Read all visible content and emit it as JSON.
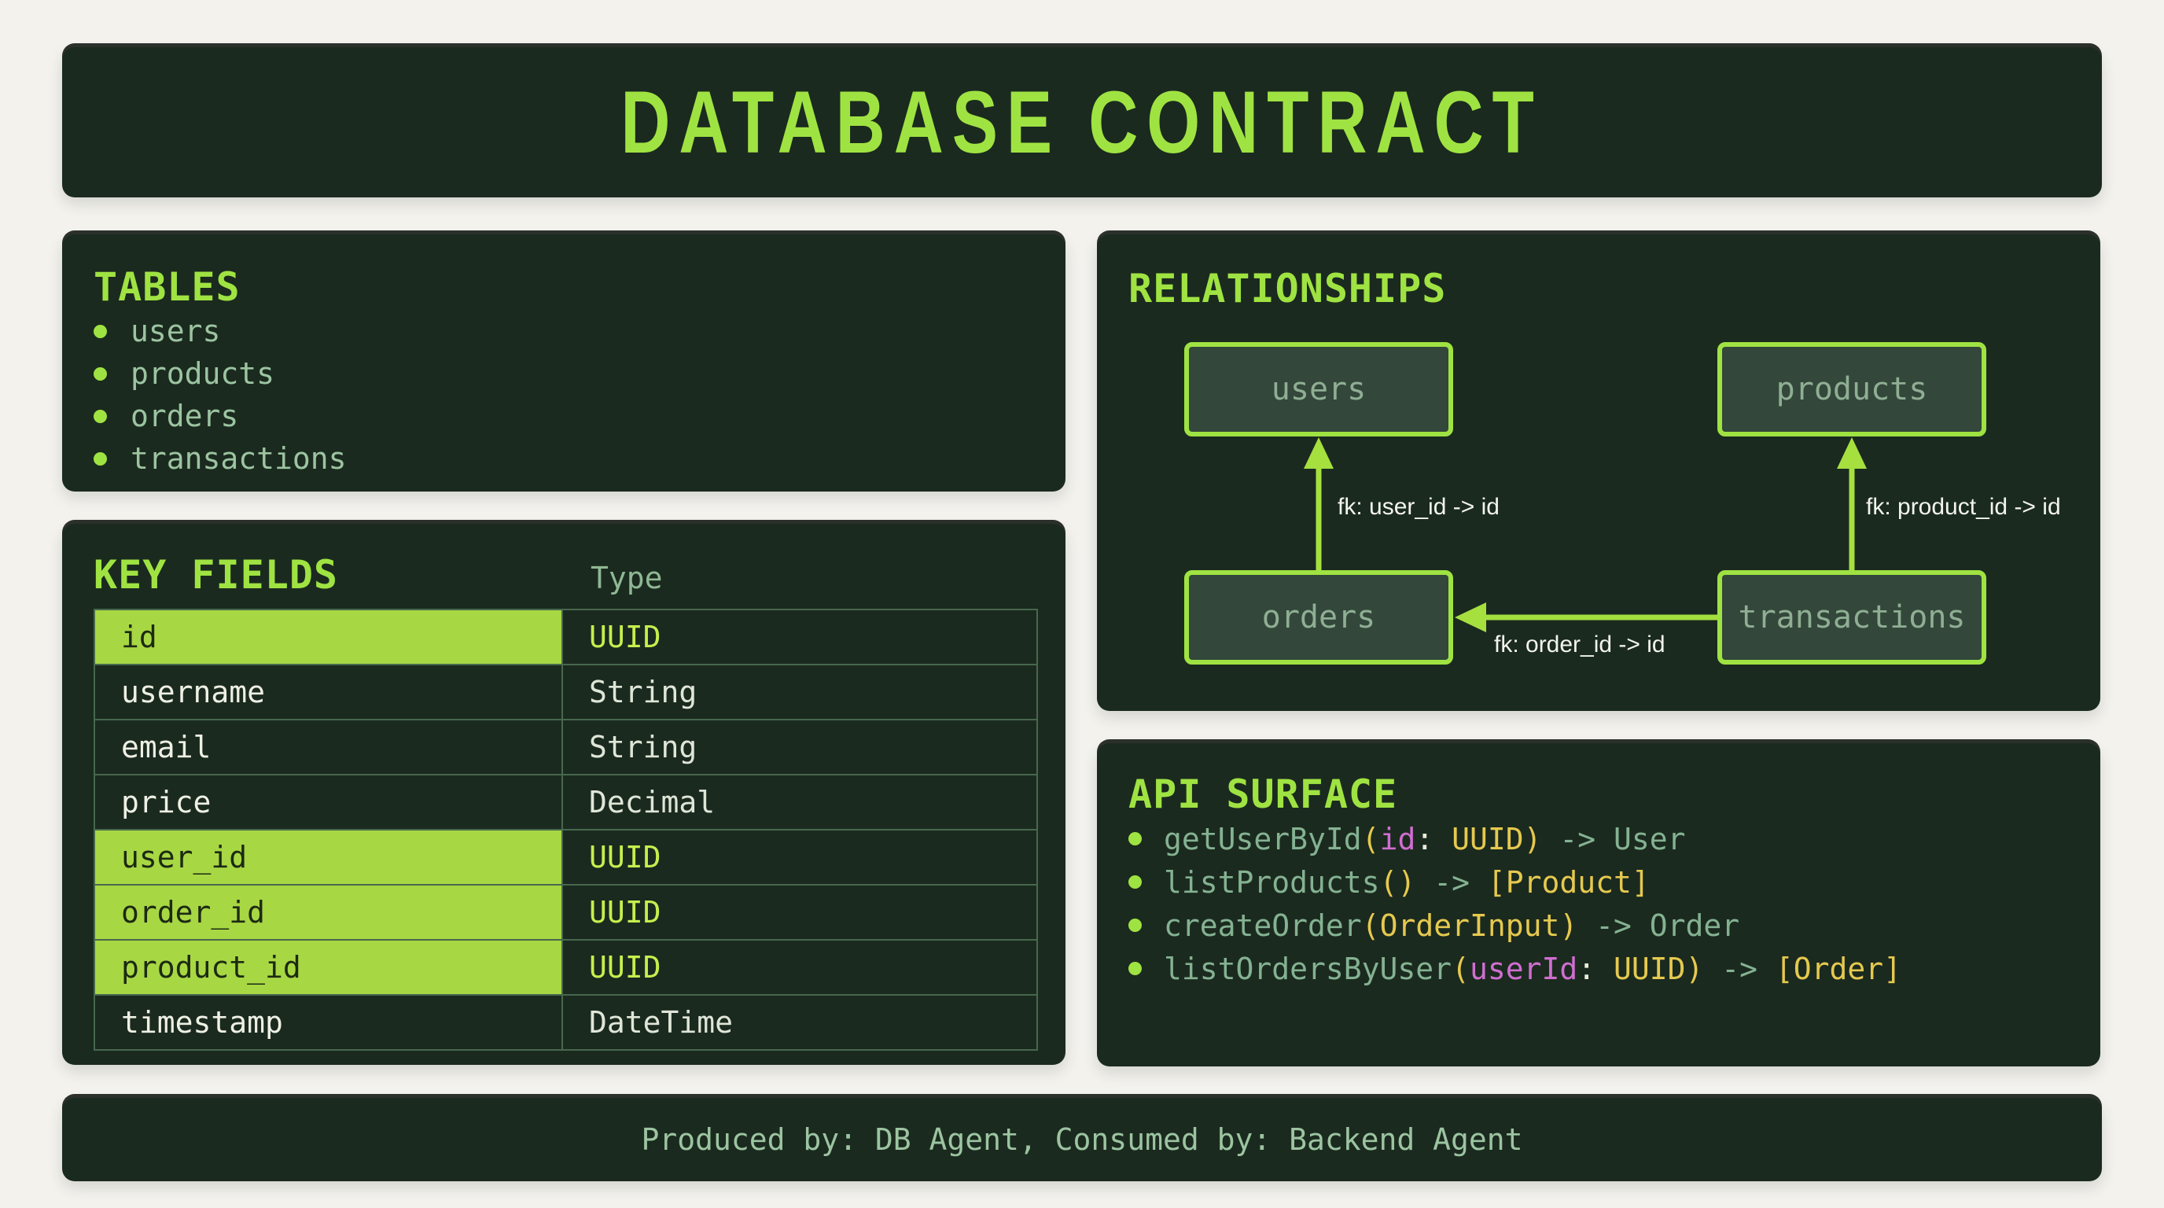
{
  "title": "DATABASE CONTRACT",
  "colors": {
    "accent_green": "#9fe342",
    "highlight_green": "#a8d744",
    "panel_bg": "#1b2a1f",
    "border_green": "#47684d",
    "node_fill": "#33473a",
    "sage_text": "#9cc4a1",
    "white_text": "#eef0e4",
    "uuid_green": "#c6ee4e",
    "dark_text": "#1c2a12",
    "code_yellow": "#e5c94f",
    "code_pink": "#d06ed0"
  },
  "tables_panel": {
    "title": "TABLES",
    "items": [
      "users",
      "products",
      "orders",
      "transactions"
    ]
  },
  "key_fields": {
    "title": "KEY FIELDS",
    "type_header": "Type",
    "rows": [
      {
        "field": "id",
        "type": "UUID",
        "highlight": true
      },
      {
        "field": "username",
        "type": "String",
        "highlight": false
      },
      {
        "field": "email",
        "type": "String",
        "highlight": false
      },
      {
        "field": "price",
        "type": "Decimal",
        "highlight": false
      },
      {
        "field": "user_id",
        "type": "UUID",
        "highlight": true
      },
      {
        "field": "order_id",
        "type": "UUID",
        "highlight": true
      },
      {
        "field": "product_id",
        "type": "UUID",
        "highlight": true
      },
      {
        "field": "timestamp",
        "type": "DateTime",
        "highlight": false
      }
    ]
  },
  "relationships": {
    "title": "RELATIONSHIPS",
    "nodes": [
      "users",
      "products",
      "orders",
      "transactions"
    ],
    "edges": [
      {
        "from": "orders",
        "to": "users",
        "label": "fk: user_id -> id"
      },
      {
        "from": "transactions",
        "to": "products",
        "label": "fk: product_id -> id"
      },
      {
        "from": "transactions",
        "to": "orders",
        "label": "fk: order_id -> id"
      }
    ]
  },
  "api_surface": {
    "title": "API SURFACE",
    "methods": [
      {
        "tokens": [
          [
            "getUserById",
            "fn"
          ],
          [
            "(",
            "py"
          ],
          [
            "id",
            "pm"
          ],
          [
            ": ",
            "wh"
          ],
          [
            "UUID",
            "py"
          ],
          [
            ")",
            "py"
          ],
          [
            " -> ",
            "fn"
          ],
          [
            "User",
            "fn"
          ]
        ]
      },
      {
        "tokens": [
          [
            "listProducts",
            "fn"
          ],
          [
            "()",
            "py"
          ],
          [
            " -> ",
            "fn"
          ],
          [
            "[Product]",
            "py"
          ]
        ]
      },
      {
        "tokens": [
          [
            "createOrder",
            "fn"
          ],
          [
            "(",
            "py"
          ],
          [
            "OrderInput",
            "py"
          ],
          [
            ")",
            "py"
          ],
          [
            " -> ",
            "fn"
          ],
          [
            "Order",
            "fn"
          ]
        ]
      },
      {
        "tokens": [
          [
            "listOrdersByUser",
            "fn"
          ],
          [
            "(",
            "py"
          ],
          [
            "userId",
            "pm"
          ],
          [
            ": ",
            "wh"
          ],
          [
            "UUID",
            "py"
          ],
          [
            ")",
            "py"
          ],
          [
            " -> ",
            "fn"
          ],
          [
            "[Order]",
            "py"
          ]
        ]
      }
    ]
  },
  "footer": {
    "text": "Produced by: DB Agent, Consumed by: Backend Agent"
  }
}
